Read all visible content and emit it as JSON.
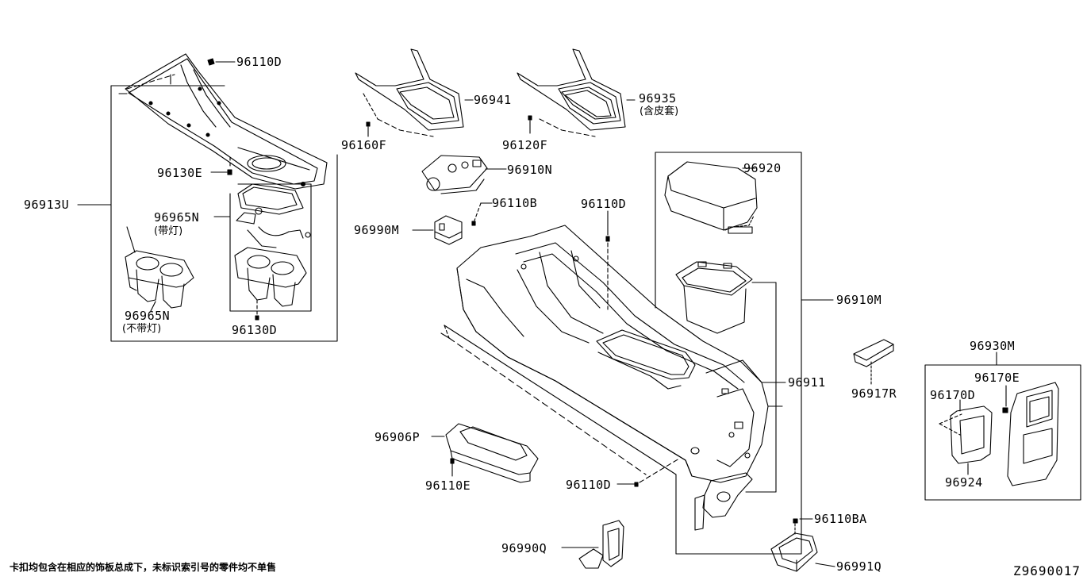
{
  "labels": {
    "p96110D_top": "96110D",
    "p96941": "96941",
    "p96935": "96935",
    "p96935_note": "(含皮套)",
    "p96160F": "96160F",
    "p96120F": "96120F",
    "p96130E": "96130E",
    "p96913U": "96913U",
    "p96965N_a": "96965N",
    "p96965N_a_note": "(带灯)",
    "p96965N_b": "96965N",
    "p96965N_b_note": "(不带灯)",
    "p96130D": "96130D",
    "p96910N": "96910N",
    "p96110B": "96110B",
    "p96990M": "96990M",
    "p96110D_mid": "96110D",
    "p96920": "96920",
    "p96910M": "96910M",
    "p96911": "96911",
    "p96917R": "96917R",
    "p96930M": "96930M",
    "p96170E": "96170E",
    "p96170D": "96170D",
    "p96924": "96924",
    "p96906P": "96906P",
    "p96110E": "96110E",
    "p96110D_low": "96110D",
    "p96110BA": "96110BA",
    "p96990Q": "96990Q",
    "p96991Q": "96991Q"
  },
  "footnote": "卡扣均包含在相应的饰板总成下，未标识索引号的零件均不单售",
  "diagram_code": "Z9690017"
}
